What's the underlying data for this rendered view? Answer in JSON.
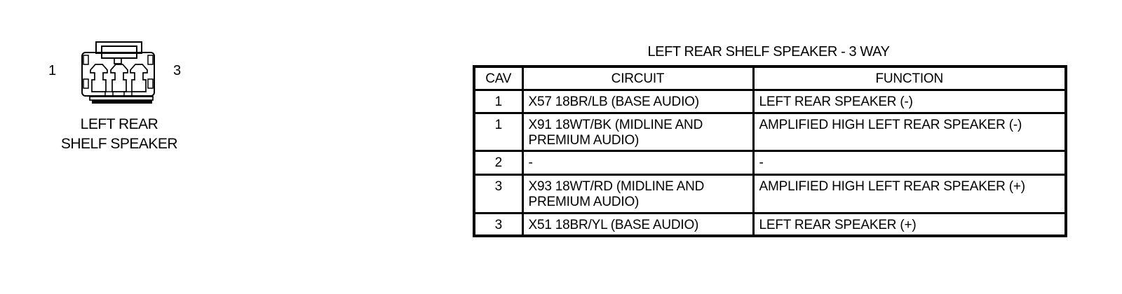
{
  "colors": {
    "ink": "#000000",
    "background": "#ffffff"
  },
  "connector": {
    "pin_left_label": "1",
    "pin_right_label": "3",
    "caption_line1": "LEFT REAR",
    "caption_line2": "SHELF SPEAKER"
  },
  "table": {
    "title": "LEFT REAR SHELF SPEAKER - 3 WAY",
    "columns": [
      "CAV",
      "CIRCUIT",
      "FUNCTION"
    ],
    "rows": [
      {
        "cav": "1",
        "circuit": "X57 18BR/LB (BASE AUDIO)",
        "function": "LEFT REAR SPEAKER (-)"
      },
      {
        "cav": "1",
        "circuit": "X91 18WT/BK (MIDLINE AND\nPREMIUM AUDIO)",
        "function": "AMPLIFIED HIGH LEFT REAR SPEAKER (-)"
      },
      {
        "cav": "2",
        "circuit": "-",
        "function": "-"
      },
      {
        "cav": "3",
        "circuit": "X93 18WT/RD (MIDLINE AND\nPREMIUM AUDIO)",
        "function": "AMPLIFIED HIGH LEFT REAR SPEAKER (+)"
      },
      {
        "cav": "3",
        "circuit": "X51 18BR/YL (BASE AUDIO)",
        "function": "LEFT REAR SPEAKER (+)"
      }
    ]
  }
}
